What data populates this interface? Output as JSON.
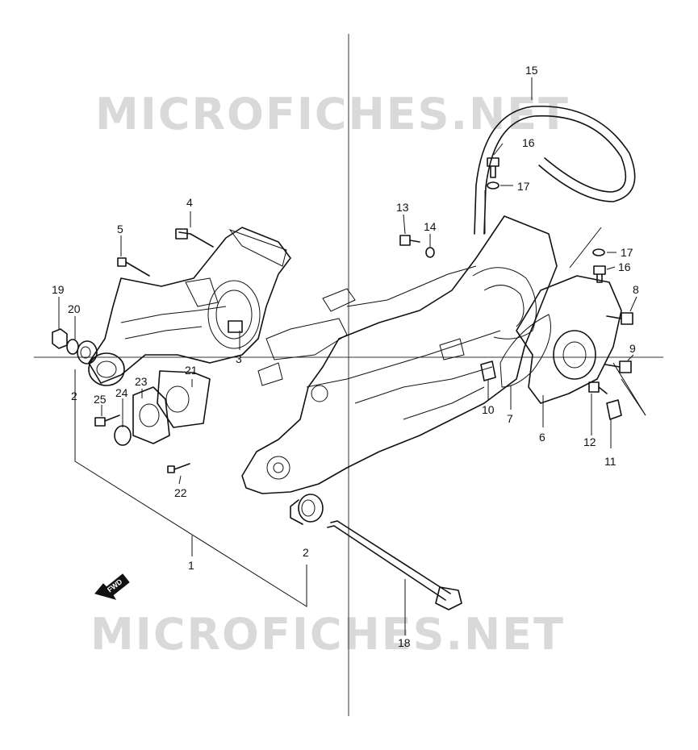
{
  "watermark": "MICROFICHES.NET",
  "fwd_label": "FWD",
  "callouts": [
    {
      "id": "c1",
      "text": "1"
    },
    {
      "id": "c2a",
      "text": "2"
    },
    {
      "id": "c2b",
      "text": "2"
    },
    {
      "id": "c3",
      "text": "3"
    },
    {
      "id": "c4",
      "text": "4"
    },
    {
      "id": "c5",
      "text": "5"
    },
    {
      "id": "c6",
      "text": "6"
    },
    {
      "id": "c7",
      "text": "7"
    },
    {
      "id": "c8",
      "text": "8"
    },
    {
      "id": "c9",
      "text": "9"
    },
    {
      "id": "c10",
      "text": "10"
    },
    {
      "id": "c11",
      "text": "11"
    },
    {
      "id": "c12",
      "text": "12"
    },
    {
      "id": "c13",
      "text": "13"
    },
    {
      "id": "c14",
      "text": "14"
    },
    {
      "id": "c15",
      "text": "15"
    },
    {
      "id": "c16a",
      "text": "16"
    },
    {
      "id": "c16b",
      "text": "16"
    },
    {
      "id": "c17a",
      "text": "17"
    },
    {
      "id": "c17b",
      "text": "17"
    },
    {
      "id": "c18",
      "text": "18"
    },
    {
      "id": "c19",
      "text": "19"
    },
    {
      "id": "c20",
      "text": "20"
    },
    {
      "id": "c21",
      "text": "21"
    },
    {
      "id": "c22",
      "text": "22"
    },
    {
      "id": "c23",
      "text": "23"
    },
    {
      "id": "c24",
      "text": "24"
    },
    {
      "id": "c25",
      "text": "25"
    }
  ]
}
